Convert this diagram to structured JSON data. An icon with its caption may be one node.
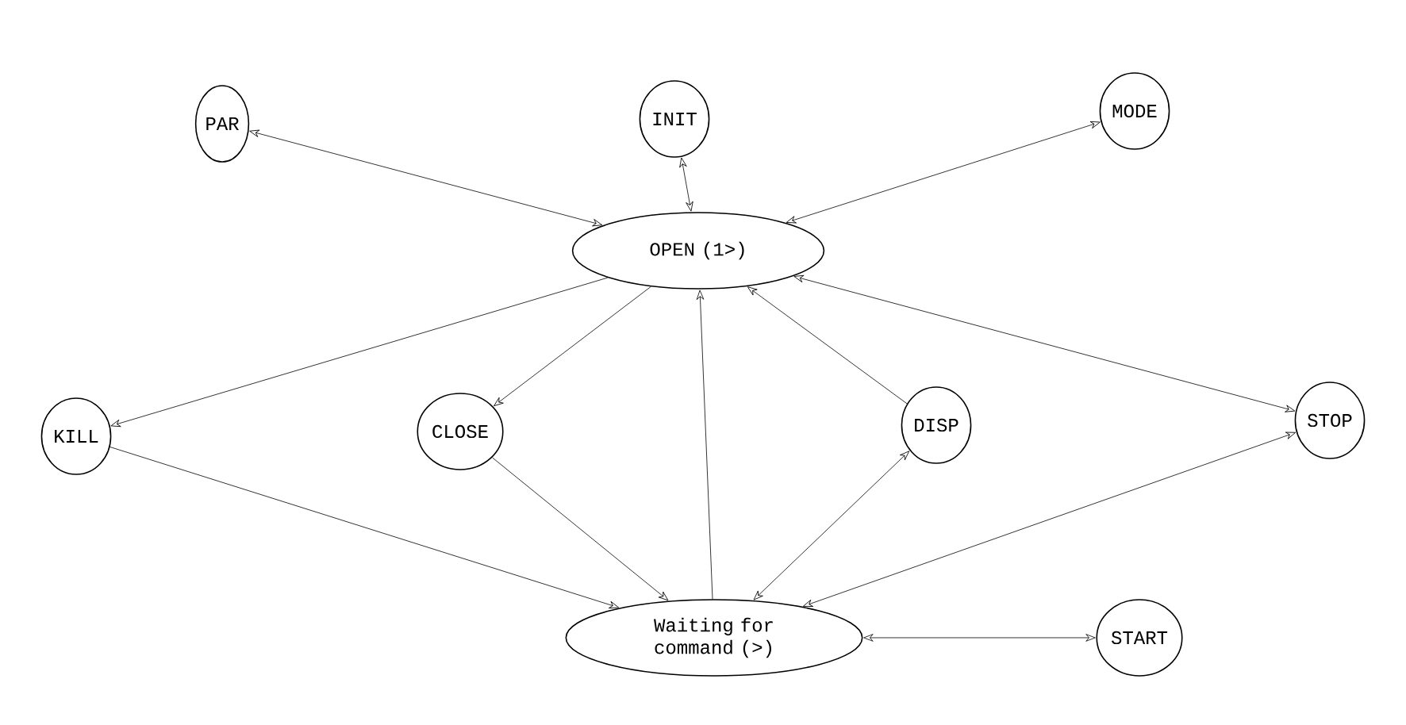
{
  "diagram": {
    "nodes": [
      {
        "text": [
          "PAR"
        ]
      },
      {
        "text": [
          "INIT"
        ]
      },
      {
        "text": [
          "MODE"
        ]
      },
      {
        "text": [
          "OPEN (1>)"
        ]
      },
      {
        "text": [
          "KILL"
        ]
      },
      {
        "text": [
          "CLOSE"
        ]
      },
      {
        "text": [
          "DISP"
        ]
      },
      {
        "text": [
          "STOP"
        ]
      },
      {
        "text": [
          "Waiting for command (>)"
        ]
      },
      {
        "text": [
          "START"
        ]
      }
    ],
    "edges": [
      {
        "from": 0,
        "to": 3,
        "arrow": "both"
      },
      {
        "from": 1,
        "to": 3,
        "arrow": "both"
      },
      {
        "from": 2,
        "to": 3,
        "arrow": "both"
      },
      {
        "from": 3,
        "to": 4,
        "arrow": "to"
      },
      {
        "from": 3,
        "to": 5,
        "arrow": "to"
      },
      {
        "from": 8,
        "to": 3,
        "arrow": "to"
      },
      {
        "from": 6,
        "to": 3,
        "arrow": "to"
      },
      {
        "from": 3,
        "to": 7,
        "arrow": "both"
      },
      {
        "from": 4,
        "to": 8,
        "arrow": "to"
      },
      {
        "from": 5,
        "to": 8,
        "arrow": "to"
      },
      {
        "from": 6,
        "to": 8,
        "arrow": "both"
      },
      {
        "from": 7,
        "to": 8,
        "arrow": "both"
      },
      {
        "from": 8,
        "to": 9,
        "arrow": "both"
      }
    ]
  }
}
